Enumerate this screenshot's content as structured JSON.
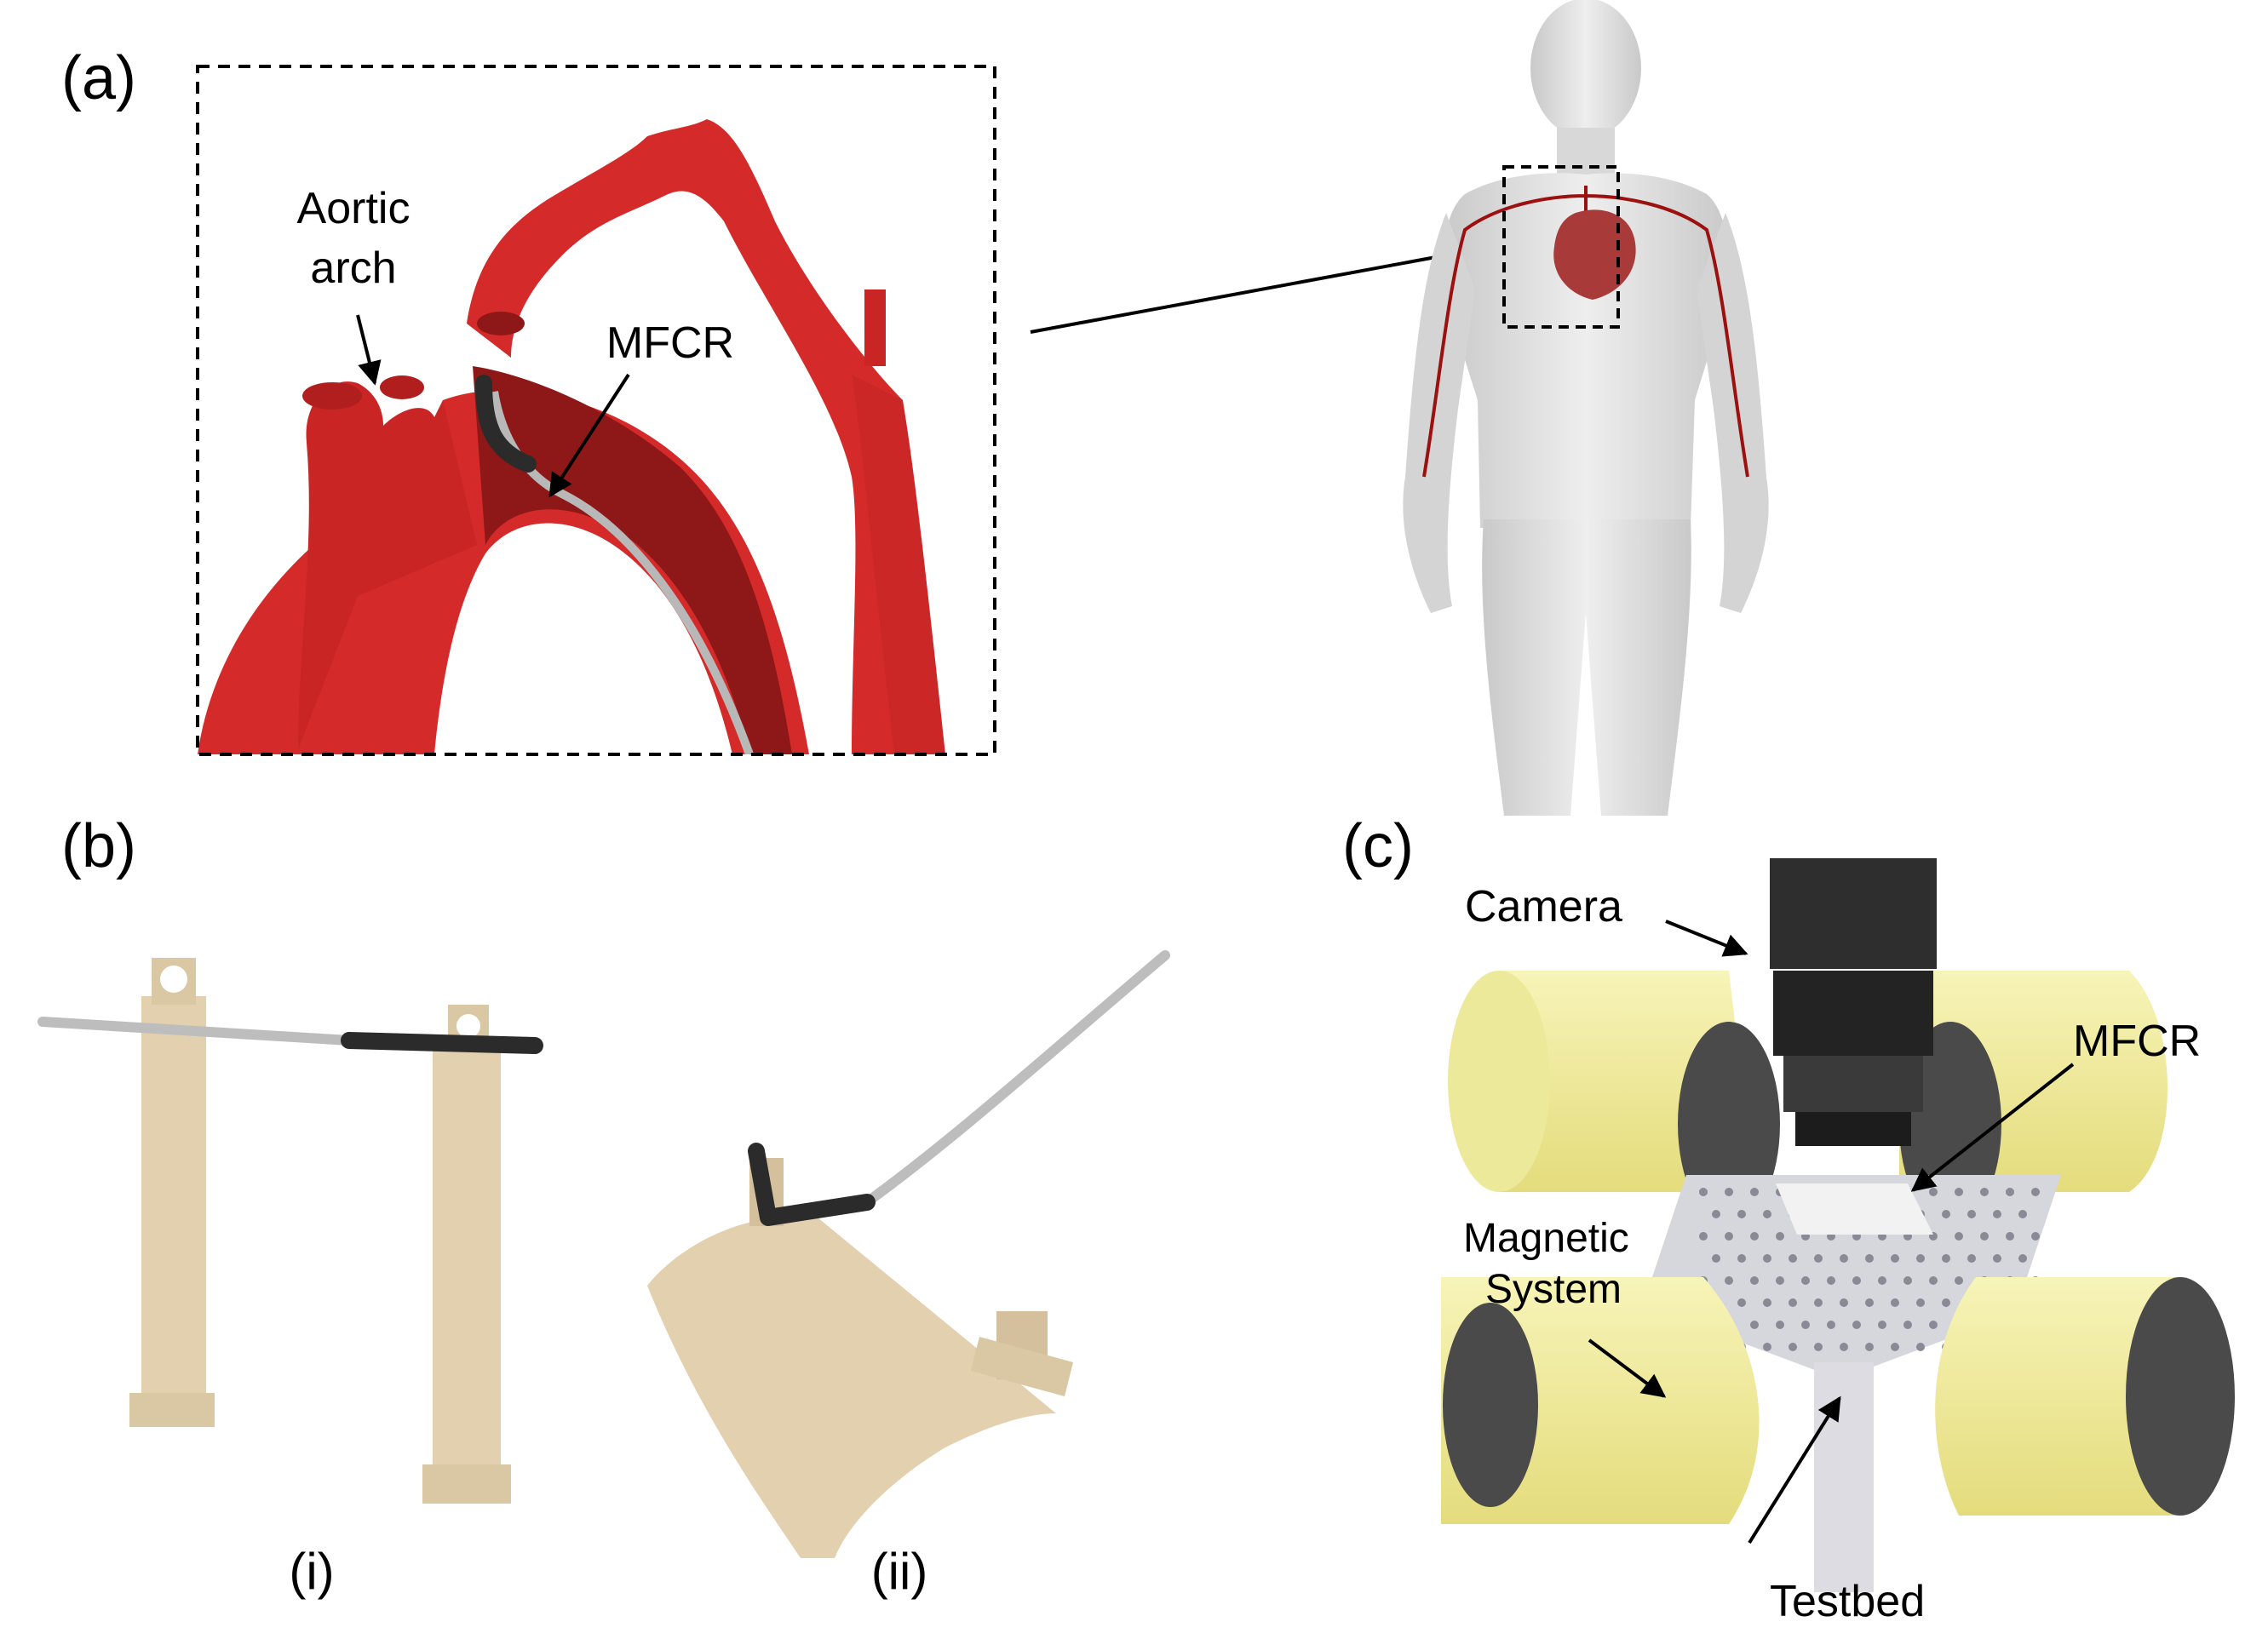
{
  "panels": {
    "a": {
      "tag": "(a)",
      "aortic_arch": [
        "Aortic",
        "arch"
      ],
      "mfcr": "MFCR"
    },
    "b": {
      "tag": "(b)",
      "sub_i": "(i)",
      "sub_ii": "(ii)"
    },
    "c": {
      "tag": "(c)",
      "camera": "Camera",
      "mfcr": "MFCR",
      "magnetic_system": [
        "Magnetic",
        "System"
      ],
      "testbed": "Testbed"
    }
  },
  "colors": {
    "vessel_red": "#d42a2a",
    "vessel_dark": "#8e1818",
    "resin_tan": "#e3d0ae",
    "coil_yellow": "#f3ee9e",
    "catheter_black": "#2b2b2b",
    "body_gray": "#d8d8d8"
  },
  "icons": [
    "aorta-model",
    "human-body",
    "heart",
    "catheter",
    "camera",
    "electromagnet-coil",
    "testbed-plate"
  ]
}
